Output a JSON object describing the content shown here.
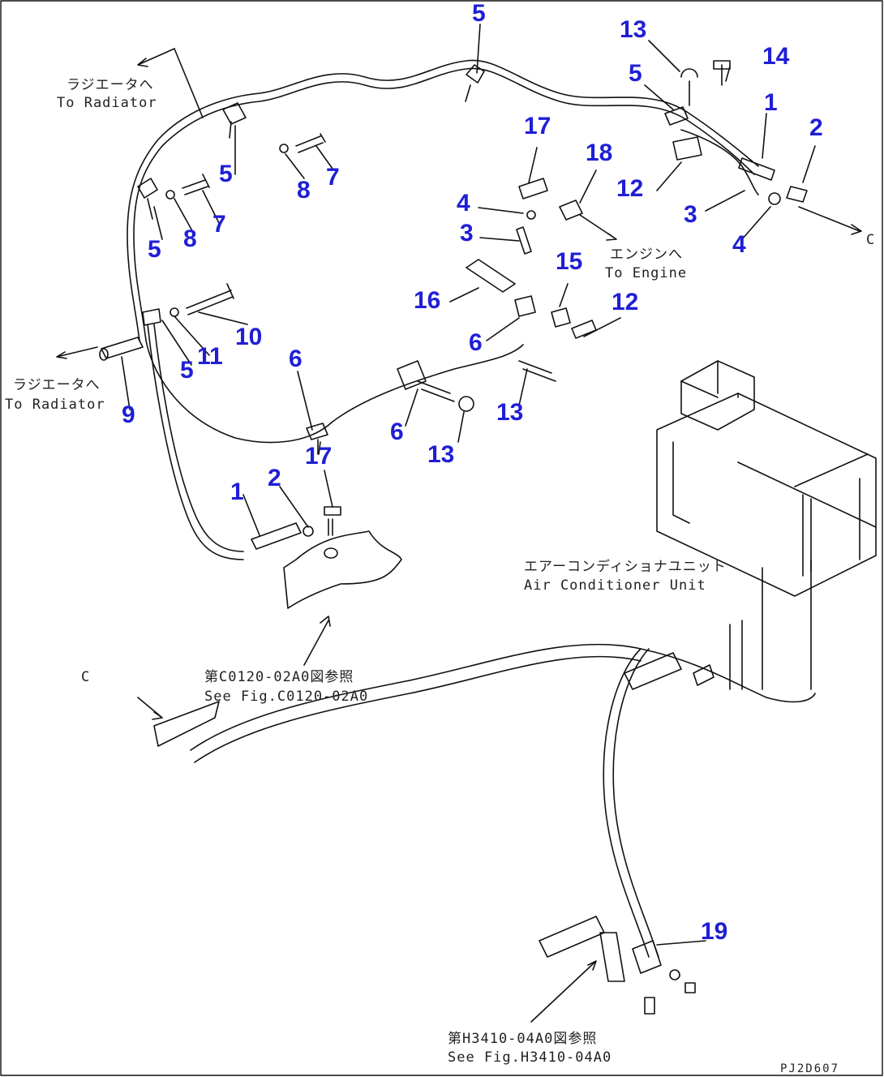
{
  "callouts": {
    "c1a": "1",
    "c1b": "1",
    "c2a": "2",
    "c2b": "2",
    "c3a": "3",
    "c3b": "3",
    "c4a": "4",
    "c4b": "4",
    "c5a": "5",
    "c5b": "5",
    "c5c": "5",
    "c5d": "5",
    "c5e": "5",
    "c6a": "6",
    "c6b": "6",
    "c6c": "6",
    "c7a": "7",
    "c7b": "7",
    "c8a": "8",
    "c8b": "8",
    "c9": "9",
    "c10": "10",
    "c11": "11",
    "c12a": "12",
    "c12b": "12",
    "c13a": "13",
    "c13b": "13",
    "c13c": "13",
    "c14": "14",
    "c15": "15",
    "c16": "16",
    "c17a": "17",
    "c17b": "17",
    "c18": "18",
    "c19": "19"
  },
  "notes": {
    "radiator_top_jp": "ラジエータへ",
    "radiator_top_en": "To Radiator",
    "radiator_left_jp": "ラジエータへ",
    "radiator_left_en": "To Radiator",
    "engine_jp": "エンジンへ",
    "engine_en": "To Engine",
    "ac_unit_jp": "エアーコンディショナユニット",
    "ac_unit_en": "Air Conditioner Unit",
    "see_fig1_jp": "第C0120-02A0図参照",
    "see_fig1_en": "See Fig.C0120-02A0",
    "see_fig2_jp": "第H3410-04A0図参照",
    "see_fig2_en": "See Fig.H3410-04A0",
    "ref_c_left": "C",
    "ref_c_right": "C",
    "drawing_code": "PJ2D607"
  },
  "colors": {
    "callout": "#1f1fd6",
    "line": "#111111"
  }
}
